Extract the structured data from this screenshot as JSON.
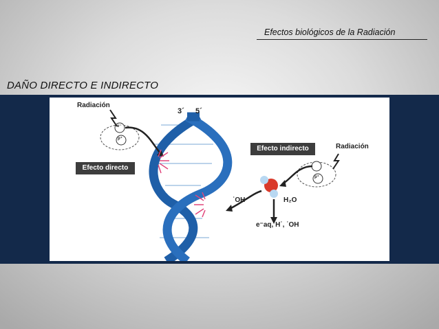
{
  "header": {
    "title": "Efectos biológicos de la Radiación"
  },
  "slide": {
    "heading": "DAÑO DIRECTO E INDIRECTO"
  },
  "figure": {
    "radiation_left": "Radiación",
    "radiation_right": "Radiación",
    "strand_3": "3´",
    "strand_5": "5´",
    "direct_effect": "Efecto directo",
    "indirect_effect": "Efecto indirecto",
    "oh_radical": "˙OH",
    "water": "H₂O",
    "products": "e⁻aq, H˙, ˙OH",
    "electron": "e⁻",
    "proton_left": "p⁺",
    "proton_right": "p⁺"
  },
  "colors": {
    "band": "#13294a",
    "helix": "#1f5fa8",
    "label_box": "#3d3d3d"
  }
}
